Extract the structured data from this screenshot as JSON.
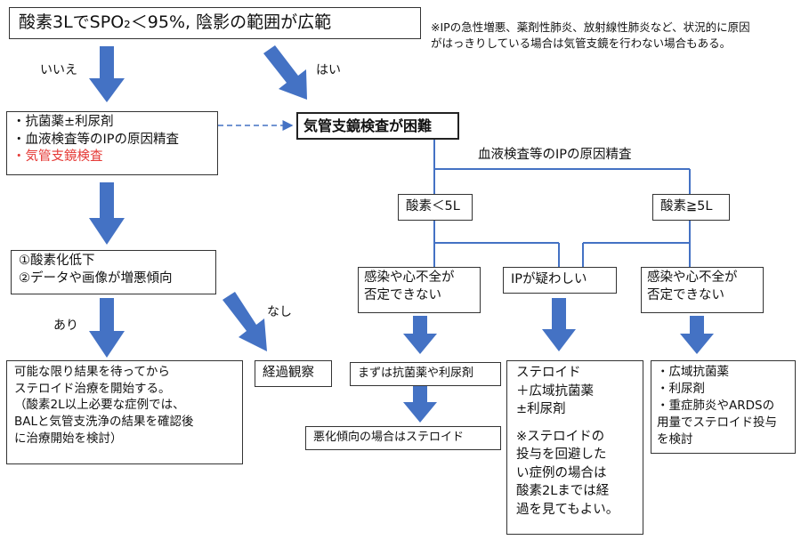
{
  "colors": {
    "arrow": "#4472C4",
    "connector": "#4472C4",
    "highlight": "#e53935",
    "border": "#333333"
  },
  "top_box": {
    "text": "酸素3LでSPO₂＜95%, 陰影の範囲が広範"
  },
  "note": {
    "text": "※IPの急性増悪、薬剤性肺炎、放射線性肺炎など、状況的に原因がはっきりしている場合は気管支鏡を行わない場合もある。"
  },
  "labels": {
    "no": "いいえ",
    "yes": "はい",
    "ari": "あり",
    "nashi": "なし"
  },
  "left_box": {
    "line1": "・抗菌薬±利尿剤",
    "line2": "・血液検査等のIPの原因精査",
    "line3": "・気管支鏡検査"
  },
  "difficult_box": {
    "text": "気管支鏡検査が困難"
  },
  "blood_test_label": "血液検査等のIPの原因精査",
  "worsen_box": {
    "line1": "①酸素化低下",
    "line2": "②データや画像が増悪傾向"
  },
  "o2_low_box": {
    "text": "酸素＜5L"
  },
  "o2_high_box": {
    "text": "酸素≧5L"
  },
  "infect_box_1": {
    "line1": "感染や心不全が",
    "line2": "否定できない"
  },
  "ip_box": {
    "text": "IPが疑わしい"
  },
  "infect_box_2": {
    "line1": "感染や心不全が",
    "line2": "否定できない"
  },
  "wait_box": {
    "line1": "可能な限り結果を待ってから",
    "line2": "ステロイド治療を開始する。",
    "line3": "（酸素2L以上必要な症例では、",
    "line4": "BALと気管支洗浄の結果を確認後",
    "line5": "に治療開始を検討）"
  },
  "observe_box": {
    "text": "経過観察"
  },
  "antibiotic_box": {
    "text": "まずは抗菌薬や利尿剤"
  },
  "steroid_worse_box": {
    "text": "悪化傾向の場合はステロイド"
  },
  "steroid_box": {
    "line1": "ステロイド",
    "line2": "＋広域抗菌薬",
    "line3": "±利尿剤",
    "line4": "※ステロイドの",
    "line5": "投与を回避した",
    "line6": "い症例の場合は",
    "line7": "酸素2Lまでは経",
    "line8": "過を見てもよい。"
  },
  "broad_box": {
    "line1": "・広域抗菌薬",
    "line2": "・利尿剤",
    "line3": "・重症肺炎やARDSの",
    "line4": "用量でステロイド投与",
    "line5": "を検討"
  }
}
